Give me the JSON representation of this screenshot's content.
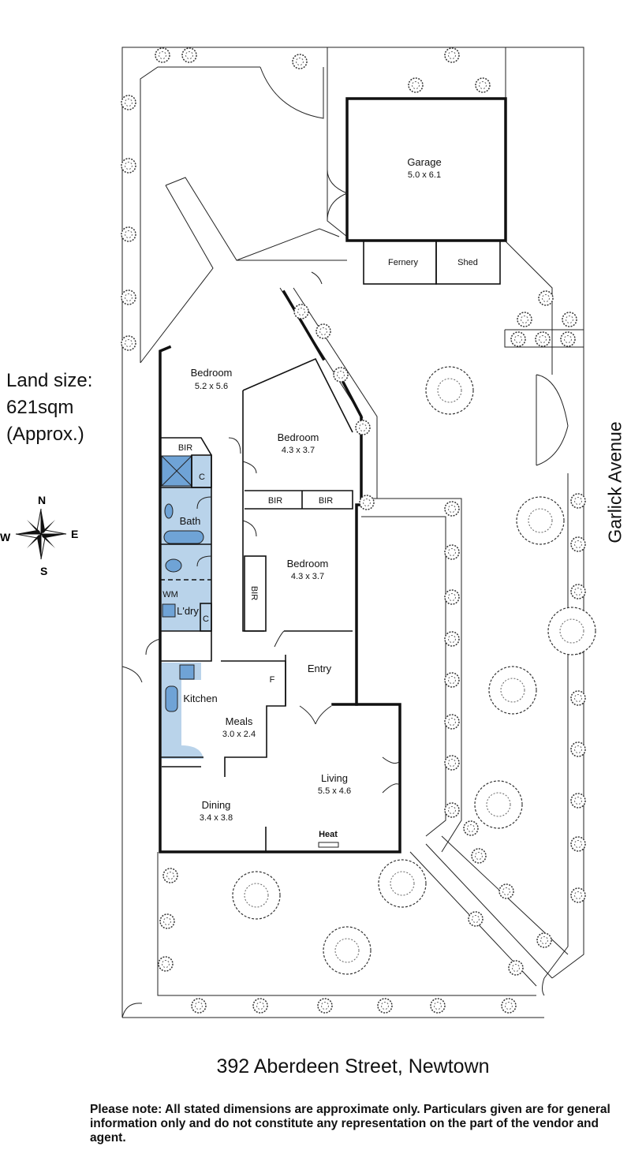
{
  "land": {
    "line1": "Land size:",
    "line2": "621sqm",
    "line3": "(Approx.)"
  },
  "compass": {
    "n": "N",
    "e": "E",
    "s": "S",
    "w": "W"
  },
  "street": "Garlick Avenue",
  "rooms": {
    "garage": {
      "name": "Garage",
      "dims": "5.0 x 6.1"
    },
    "fernery": {
      "name": "Fernery"
    },
    "shed": {
      "name": "Shed"
    },
    "bedroom1": {
      "name": "Bedroom",
      "dims": "5.2 x 5.6"
    },
    "bedroom2": {
      "name": "Bedroom",
      "dims": "4.3 x 3.7"
    },
    "bedroom3": {
      "name": "Bedroom",
      "dims": "4.3 x 3.7"
    },
    "bath": {
      "name": "Bath"
    },
    "laundry": {
      "name": "L'dry"
    },
    "kitchen": {
      "name": "Kitchen"
    },
    "meals": {
      "name": "Meals",
      "dims": "3.0 x 2.4"
    },
    "entry": {
      "name": "Entry"
    },
    "living": {
      "name": "Living",
      "dims": "5.5 x 4.6"
    },
    "dining": {
      "name": "Dining",
      "dims": "3.4 x 3.8"
    }
  },
  "labels": {
    "bir": "BIR",
    "cupboard": "C",
    "wm": "WM",
    "fridge": "F",
    "heat": "Heat"
  },
  "colors": {
    "wet_area": "#b9d3ea",
    "fixture": "#6fa3d6"
  },
  "address": "392 Aberdeen Street, Newtown",
  "note": "Please note:  All stated dimensions are approximate only. Particulars given are for general information only and do not constitute any representation on the part of the vendor and agent."
}
